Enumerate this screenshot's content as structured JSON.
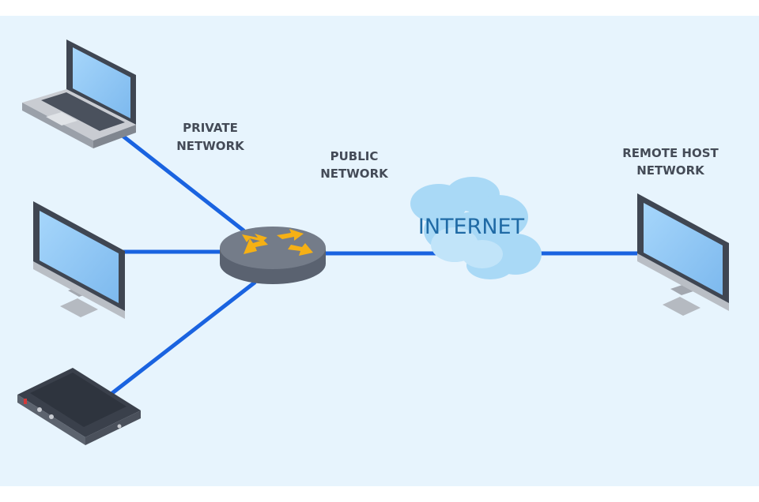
{
  "labels": {
    "private_line1": "PRIVATE",
    "private_line2": "NETWORK",
    "public_line1": "PUBLIC",
    "public_line2": "NETWORK",
    "remote_line1": "REMOTE HOST",
    "remote_line2": "NETWORK",
    "internet": "INTERNET"
  },
  "nodes": {
    "laptop": "laptop-icon",
    "monitor": "desktop-monitor-icon",
    "phone": "smartphone-icon",
    "router": "router-icon",
    "cloud": "cloud-icon",
    "remote": "remote-monitor-icon"
  },
  "colors": {
    "background": "#e7f4fd",
    "link": "#1a63e0",
    "router_arrows": "#f5b015",
    "cloud": "#a9d9f6",
    "screen": "#8cc6f4",
    "device_dark": "#434a56"
  }
}
